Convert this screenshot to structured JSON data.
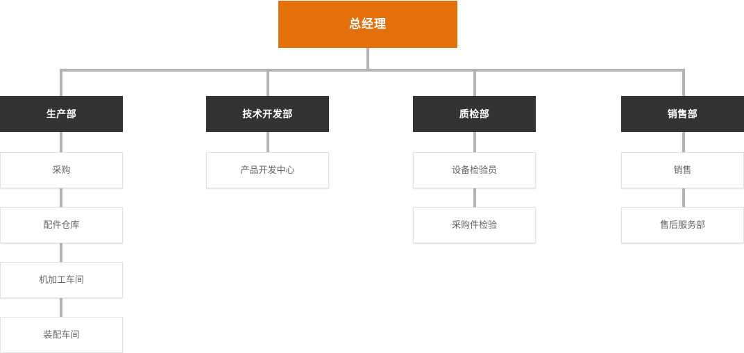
{
  "chart": {
    "title_text": "总经理",
    "type": "org-chart",
    "colors": {
      "root_background": "#e3700a",
      "root_text": "#ffffff",
      "department_background": "#333333",
      "department_text": "#ffffff",
      "leaf_background": "#ffffff",
      "leaf_text": "#666666",
      "leaf_border": "#e2e2e2",
      "connector": "#b3b3b3",
      "page_background": "#ffffff"
    },
    "root": {
      "label": "总经理",
      "level": 0
    },
    "departments": [
      {
        "label": "生产部",
        "level": 1,
        "children": [
          {
            "label": "采购",
            "level": 2
          },
          {
            "label": "配件仓库",
            "level": 2
          },
          {
            "label": "机加工车间",
            "level": 2
          },
          {
            "label": "装配车间",
            "level": 2
          }
        ]
      },
      {
        "label": "技术开发部",
        "level": 1,
        "children": [
          {
            "label": "产品开发中心",
            "level": 2
          }
        ]
      },
      {
        "label": "质检部",
        "level": 1,
        "children": [
          {
            "label": "设备检验员",
            "level": 2
          },
          {
            "label": "采购件检验",
            "level": 2
          }
        ]
      },
      {
        "label": "销售部",
        "level": 1,
        "children": [
          {
            "label": "销售",
            "level": 2
          },
          {
            "label": "售后服务部",
            "level": 2
          }
        ]
      }
    ]
  }
}
